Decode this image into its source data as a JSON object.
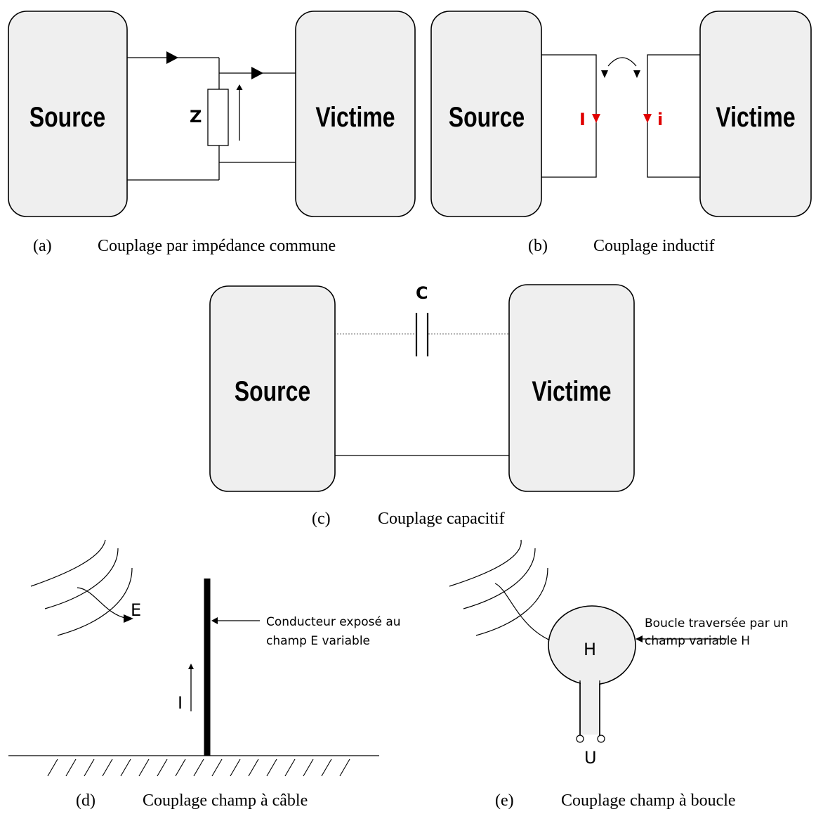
{
  "panel_a": {
    "source_label": "Source",
    "victim_label": "Victime",
    "impedance_label": "Z",
    "caption_letter": "(a)",
    "caption": "Couplage par impédance commune"
  },
  "panel_b": {
    "source_label": "Source",
    "victim_label": "Victime",
    "current_source": "I",
    "current_victim": "i",
    "caption_letter": "(b)",
    "caption": "Couplage inductif"
  },
  "panel_c": {
    "source_label": "Source",
    "victim_label": "Victime",
    "capacitor_label": "C",
    "caption_letter": "(c)",
    "caption": "Couplage capacitif"
  },
  "panel_d": {
    "field_label": "E",
    "current_label": "I",
    "annotation_line1": "Conducteur exposé au",
    "annotation_line2": "champ E variable",
    "caption_letter": "(d)",
    "caption": "Couplage champ à câble"
  },
  "panel_e": {
    "field_label": "H",
    "voltage_label": "U",
    "annotation_line1": "Boucle traversée par un",
    "annotation_line2": "champ variable H",
    "caption_letter": "(e)",
    "caption": "Couplage champ à boucle"
  },
  "colors": {
    "box_fill": "#efefef",
    "induced_current": "#e00000"
  }
}
